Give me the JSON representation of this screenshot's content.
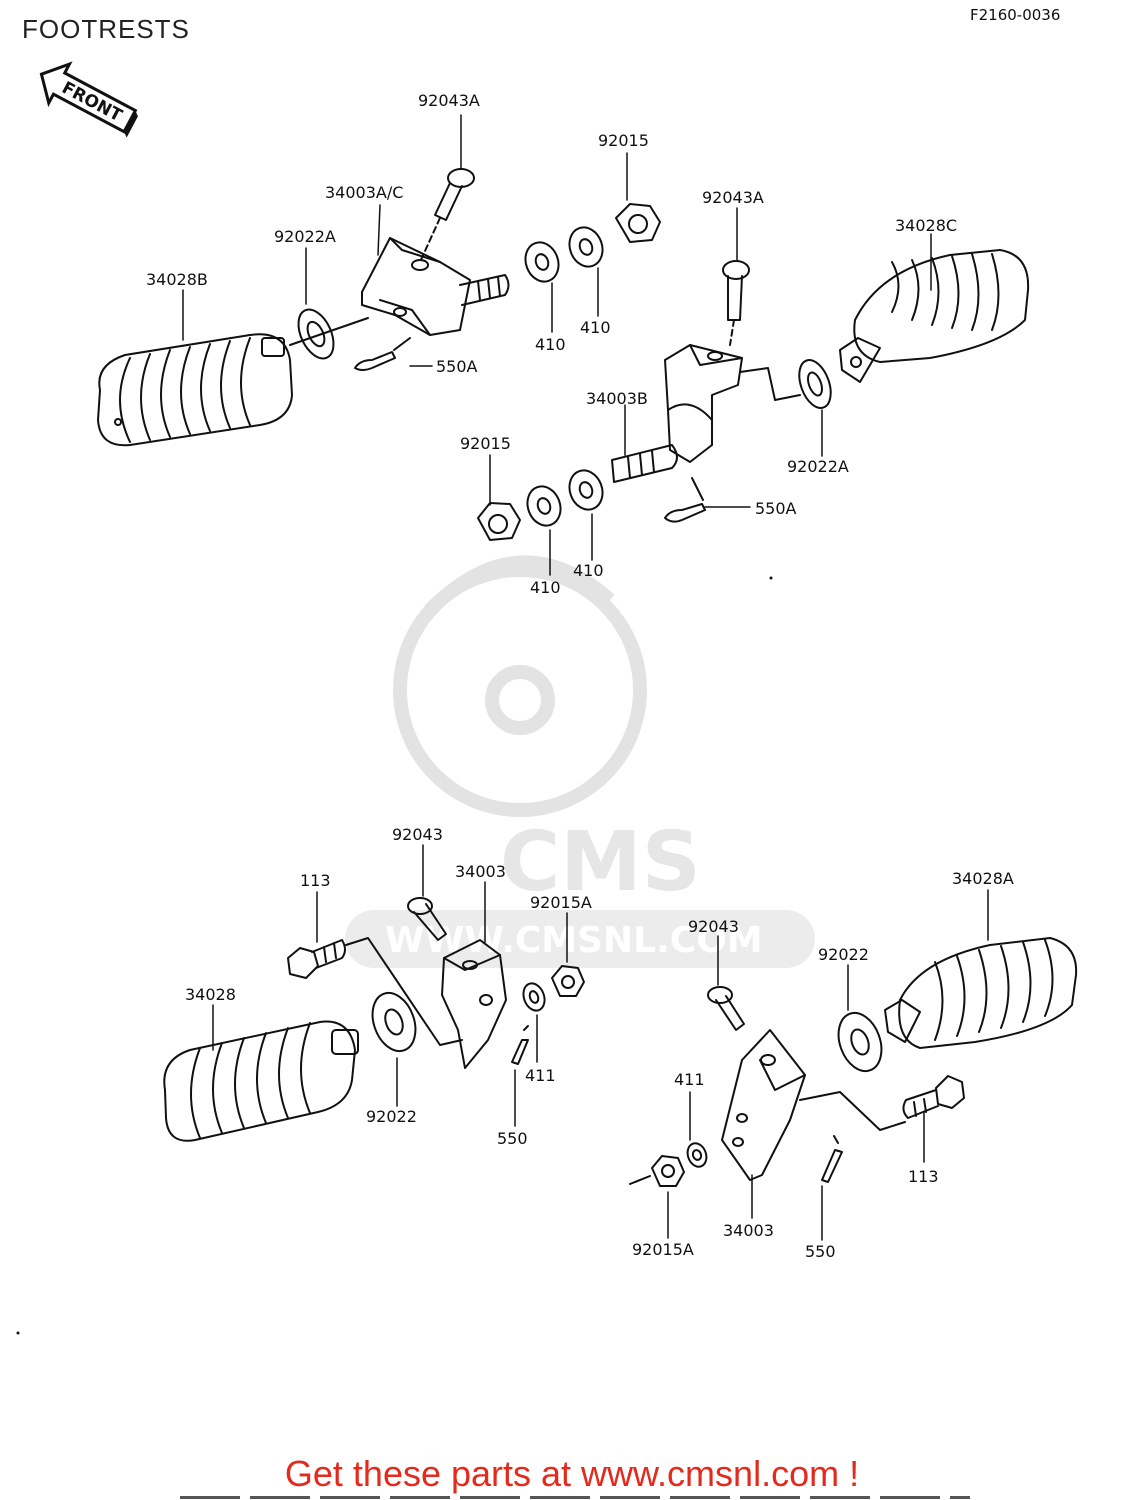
{
  "title": "FOOTRESTS",
  "drawing_code": "F2160-0036",
  "front_arrow_label": "FRONT",
  "watermark": {
    "brand": "CMS",
    "url": "WWW.CMSNL.COM"
  },
  "footer_text": "Get these parts at www.cmsnl.com !",
  "colors": {
    "footer": "#e32a1c",
    "line": "#111111",
    "watermark": "#e6e6e6"
  },
  "part_labels": {
    "p92043A_1": "92043A",
    "p34003AC": "34003A/C",
    "p92022A_1": "92022A",
    "p34028B": "34028B",
    "p550A_1": "550A",
    "p410_1": "410",
    "p410_2": "410",
    "p92015_1": "92015",
    "p92043A_2": "92043A",
    "p34028C": "34028C",
    "p34003B": "34003B",
    "p92022A_2": "92022A",
    "p550A_2": "550A",
    "p92015_2": "92015",
    "p410_3": "410",
    "p410_4": "410",
    "p92043_1": "92043",
    "p34003_1": "34003",
    "p113_1": "113",
    "p92015A_1": "92015A",
    "p34028": "34028",
    "p92022_1": "92022",
    "p411_1": "411",
    "p550_1": "550",
    "p92043_2": "92043",
    "p34028A": "34028A",
    "p92022_2": "92022",
    "p411_2": "411",
    "p113_2": "113",
    "p34003_2": "34003",
    "p92015A_2": "92015A",
    "p550_2": "550"
  }
}
